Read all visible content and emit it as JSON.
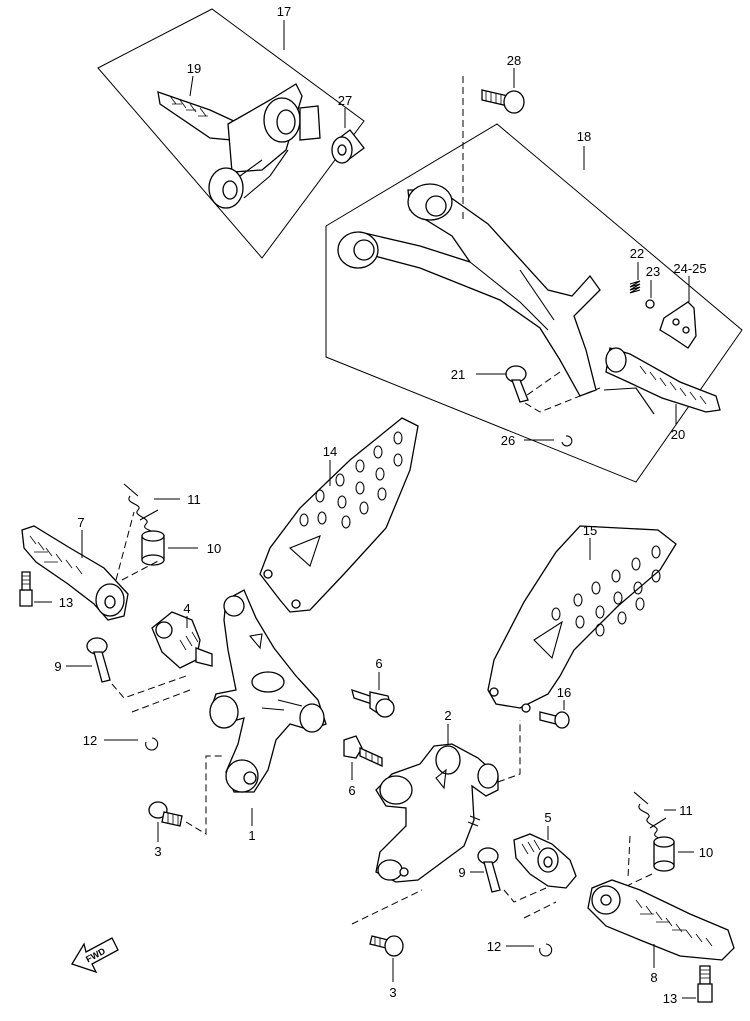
{
  "callouts": {
    "c17": "17",
    "c19": "19",
    "c27": "27",
    "c28": "28",
    "c18": "18",
    "c22": "22",
    "c23": "23",
    "c2425": "24-25",
    "c21": "21",
    "c20": "20",
    "c26": "26",
    "c14": "14",
    "c11a": "11",
    "c10a": "10",
    "c7": "7",
    "c13a": "13",
    "c4": "4",
    "c9a": "9",
    "c12a": "12",
    "c6a": "6",
    "c6b": "6",
    "c15": "15",
    "c16": "16",
    "c2": "2",
    "c1": "1",
    "c3a": "3",
    "c5": "5",
    "c9b": "9",
    "c11b": "11",
    "c10b": "10",
    "c12b": "12",
    "c3b": "3",
    "c8": "8",
    "c13b": "13"
  },
  "fwd_label": "FWD"
}
